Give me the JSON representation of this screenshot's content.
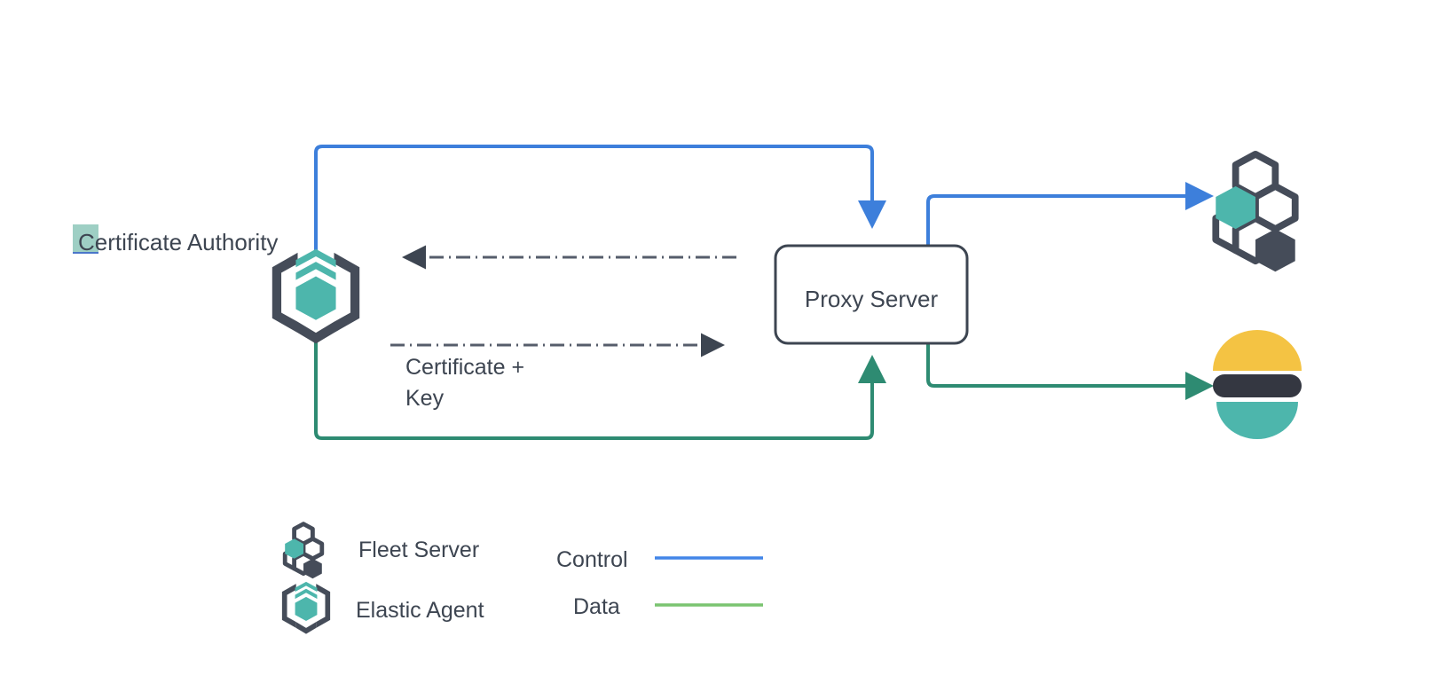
{
  "diagram": {
    "title_text_highlighted": "Certificate Authority",
    "nodes": {
      "certificate_authority": {
        "label": "Certificate Authority",
        "icon": "elastic-agent-icon",
        "highlight_color": "#9ecfc4"
      },
      "proxy_server": {
        "label": "Proxy Server",
        "border_color": "#3d4551",
        "fill_color": "#ffffff"
      },
      "fleet_server": {
        "label": "Fleet Server",
        "icon": "fleet-server-icon"
      },
      "elasticsearch": {
        "label": "Elasticsearch",
        "icon": "elasticsearch-icon"
      }
    },
    "edges": [
      {
        "name": "control-agent-to-proxy",
        "style": "solid",
        "color": "#3d7fdb",
        "kind": "control"
      },
      {
        "name": "control-proxy-to-fleet",
        "style": "solid",
        "color": "#3d7fdb",
        "kind": "control"
      },
      {
        "name": "data-agent-to-proxy",
        "style": "solid",
        "color": "#2e8b72",
        "kind": "data"
      },
      {
        "name": "data-proxy-to-elasticsearch",
        "style": "solid",
        "color": "#2e8b72",
        "kind": "data"
      },
      {
        "name": "proxy-to-ca-dashdot",
        "style": "dash-dot",
        "color": "#565d6b",
        "label": ""
      },
      {
        "name": "ca-to-proxy-dashdot",
        "style": "dash-dot",
        "color": "#565d6b",
        "label": "Certificate + Key"
      }
    ],
    "edge_labels": {
      "certificate_key_line1": "Certificate +",
      "certificate_key_line2": "Key"
    }
  },
  "legend": {
    "items": [
      {
        "label": "Fleet Server",
        "icon": "fleet-server-icon"
      },
      {
        "label": "Elastic Agent",
        "icon": "elastic-agent-icon"
      }
    ],
    "lines": [
      {
        "label": "Control",
        "color": "#4285e8"
      },
      {
        "label": "Data",
        "color": "#7ac470"
      }
    ]
  },
  "colors": {
    "teal": "#4db6ac",
    "dark_slate": "#454c59",
    "control_blue": "#3d7fdb",
    "data_green": "#2e8b72",
    "legend_green": "#7ac470",
    "es_yellow": "#f4c343",
    "es_teal": "#4db6ac",
    "es_dark": "#343741",
    "text": "#3d4551"
  }
}
